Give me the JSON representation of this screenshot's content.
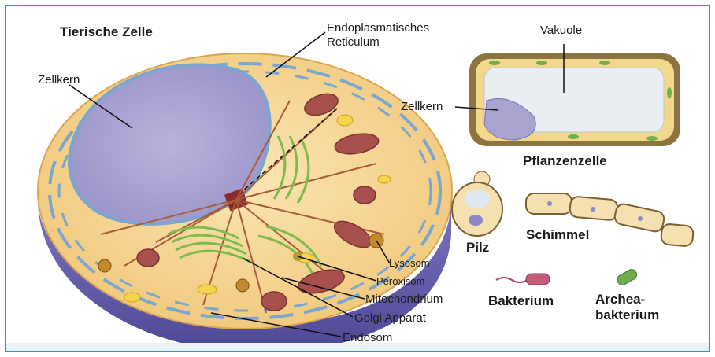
{
  "title": "Tierische Zelle",
  "labels": {
    "endoplasmic_reticulum_line1": "Endoplasmatisches",
    "endoplasmic_reticulum_line2": "Reticulum",
    "nucleus_animal": "Zellkern",
    "lysosome": "Lysosom",
    "peroxisome": "Peroxisom",
    "mitochondrium": "Mitochondrium",
    "golgi": "Golgi Apparat",
    "endosome": "Endosom",
    "vacuole": "Vakuole",
    "nucleus_plant": "Zellkern",
    "plant_cell": "Pflanzenzelle",
    "fungus": "Pilz",
    "mold": "Schimmel",
    "bacterium": "Bakterium",
    "archaea_line1": "Archea-",
    "archaea_line2": "bakterium"
  },
  "colors": {
    "frame": "#3b8fa6",
    "cytoplasm": "#f6d89a",
    "nucleus": "#a9a3d0",
    "base_purple": "#6f68b6",
    "golgi": "#7dbb4f",
    "mitochondrium": "#a8504d",
    "er_blue": "#7aa6cf",
    "vacuole": "#e9eef2"
  }
}
